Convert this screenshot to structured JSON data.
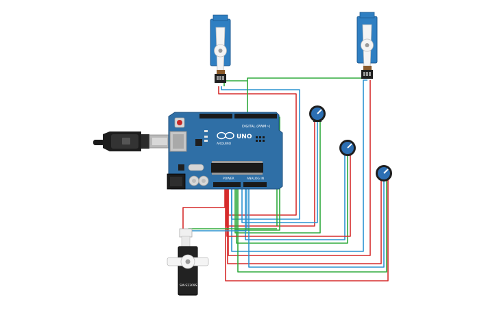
{
  "board": {
    "model": "UNO",
    "brand": "ARDUINO",
    "header_digital": "DIGITAL (PWM~)",
    "header_power": "POWER",
    "header_analog": "ANALOG IN"
  },
  "servo_bottom": {
    "label": "SM-S2309S"
  },
  "colors": {
    "board": "#2f6fa6",
    "board_edge": "#1e4f7c",
    "servo_blue": "#2f7fc2",
    "servo_black": "#222222",
    "wire_red": "#d62c2c",
    "wire_green": "#2eaa3c",
    "wire_blue": "#2b93d1",
    "pot_blue": "#2c6fb3"
  }
}
